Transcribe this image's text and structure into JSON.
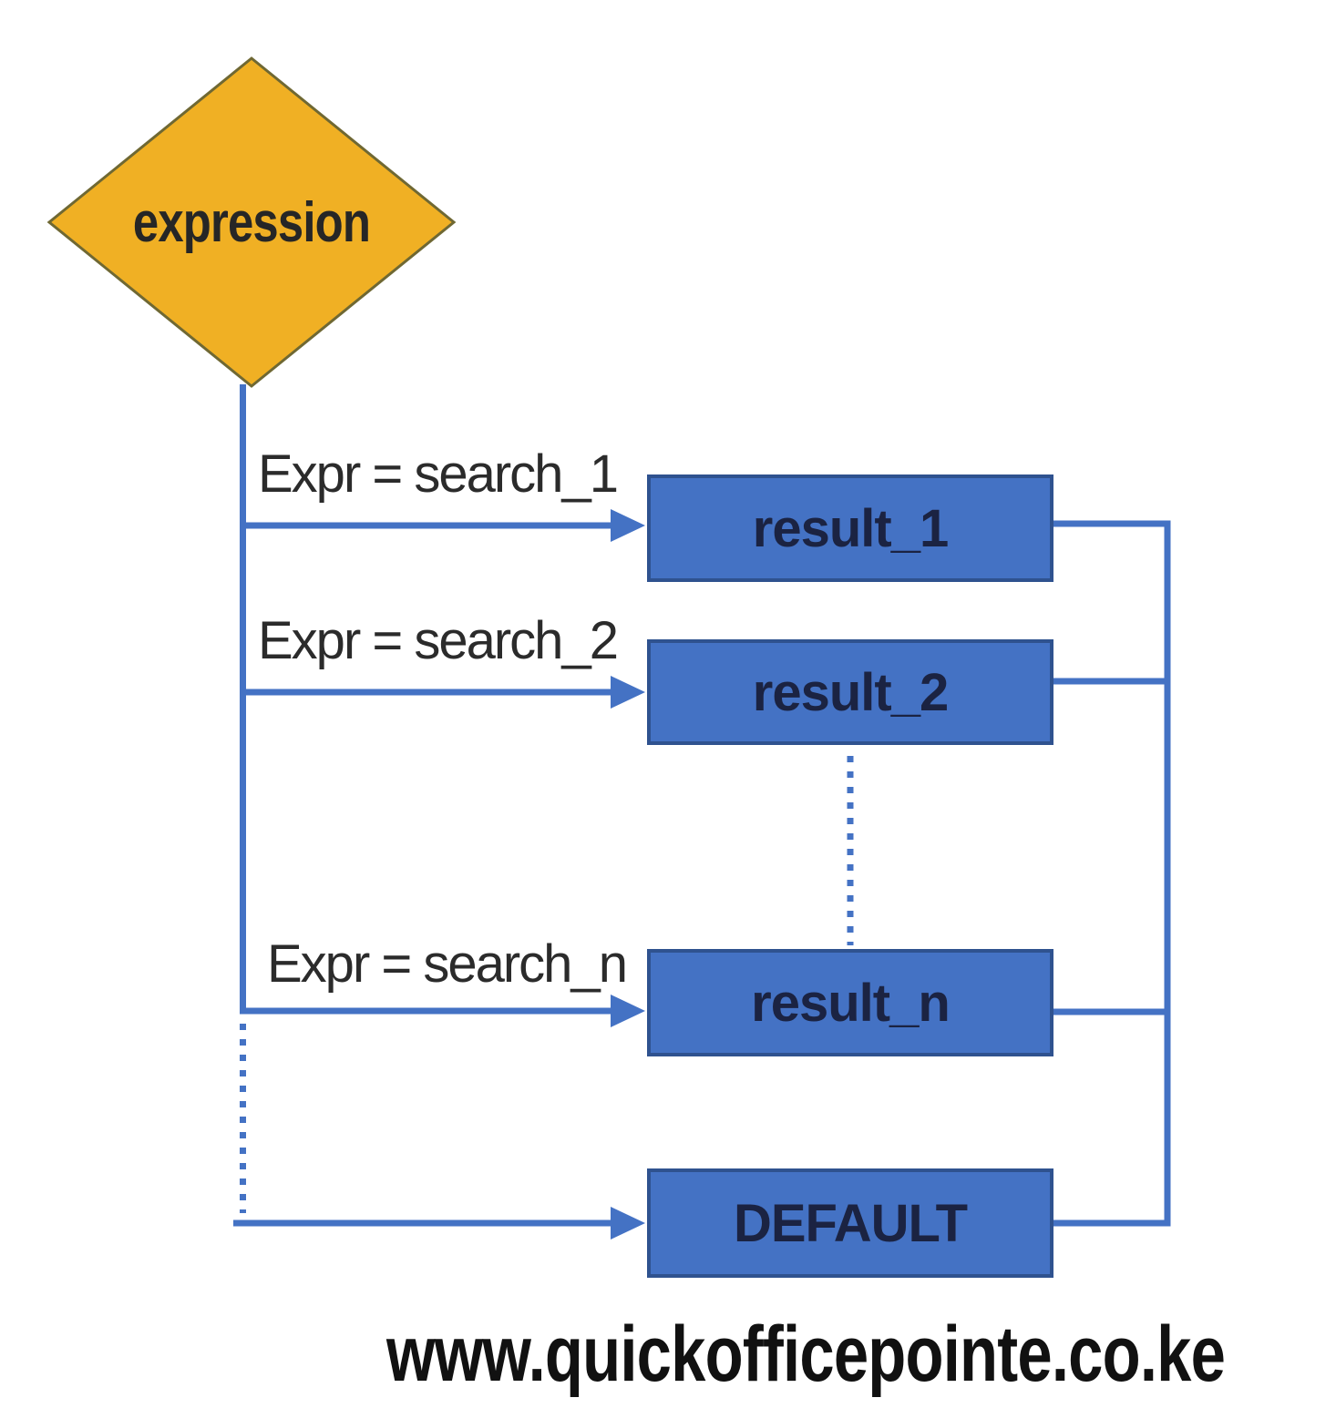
{
  "diagram": {
    "type": "flowchart",
    "title_shape": "decision-diamond",
    "decision": {
      "label": "expression"
    },
    "branches": [
      {
        "condition_label": "Expr = search_1",
        "result_label": "result_1",
        "line_style": "solid"
      },
      {
        "condition_label": "Expr = search_2",
        "result_label": "result_2",
        "line_style": "solid"
      },
      {
        "condition_label": "Expr = search_n",
        "result_label": "result_n",
        "line_style": "solid"
      },
      {
        "condition_label": "",
        "result_label": "DEFAULT",
        "line_style": "dotted"
      }
    ],
    "colors": {
      "decision_fill": "#F0B024",
      "decision_border": "#6F6833",
      "connector_blue": "#4472C4",
      "box_fill": "#4472C4",
      "box_border": "#2F528F",
      "box_text": "#1B2342",
      "label_text": "#2B2B2B",
      "watermark_text": "#111111"
    }
  },
  "watermark": {
    "text": "www.quickofficepointe.co.ke"
  }
}
